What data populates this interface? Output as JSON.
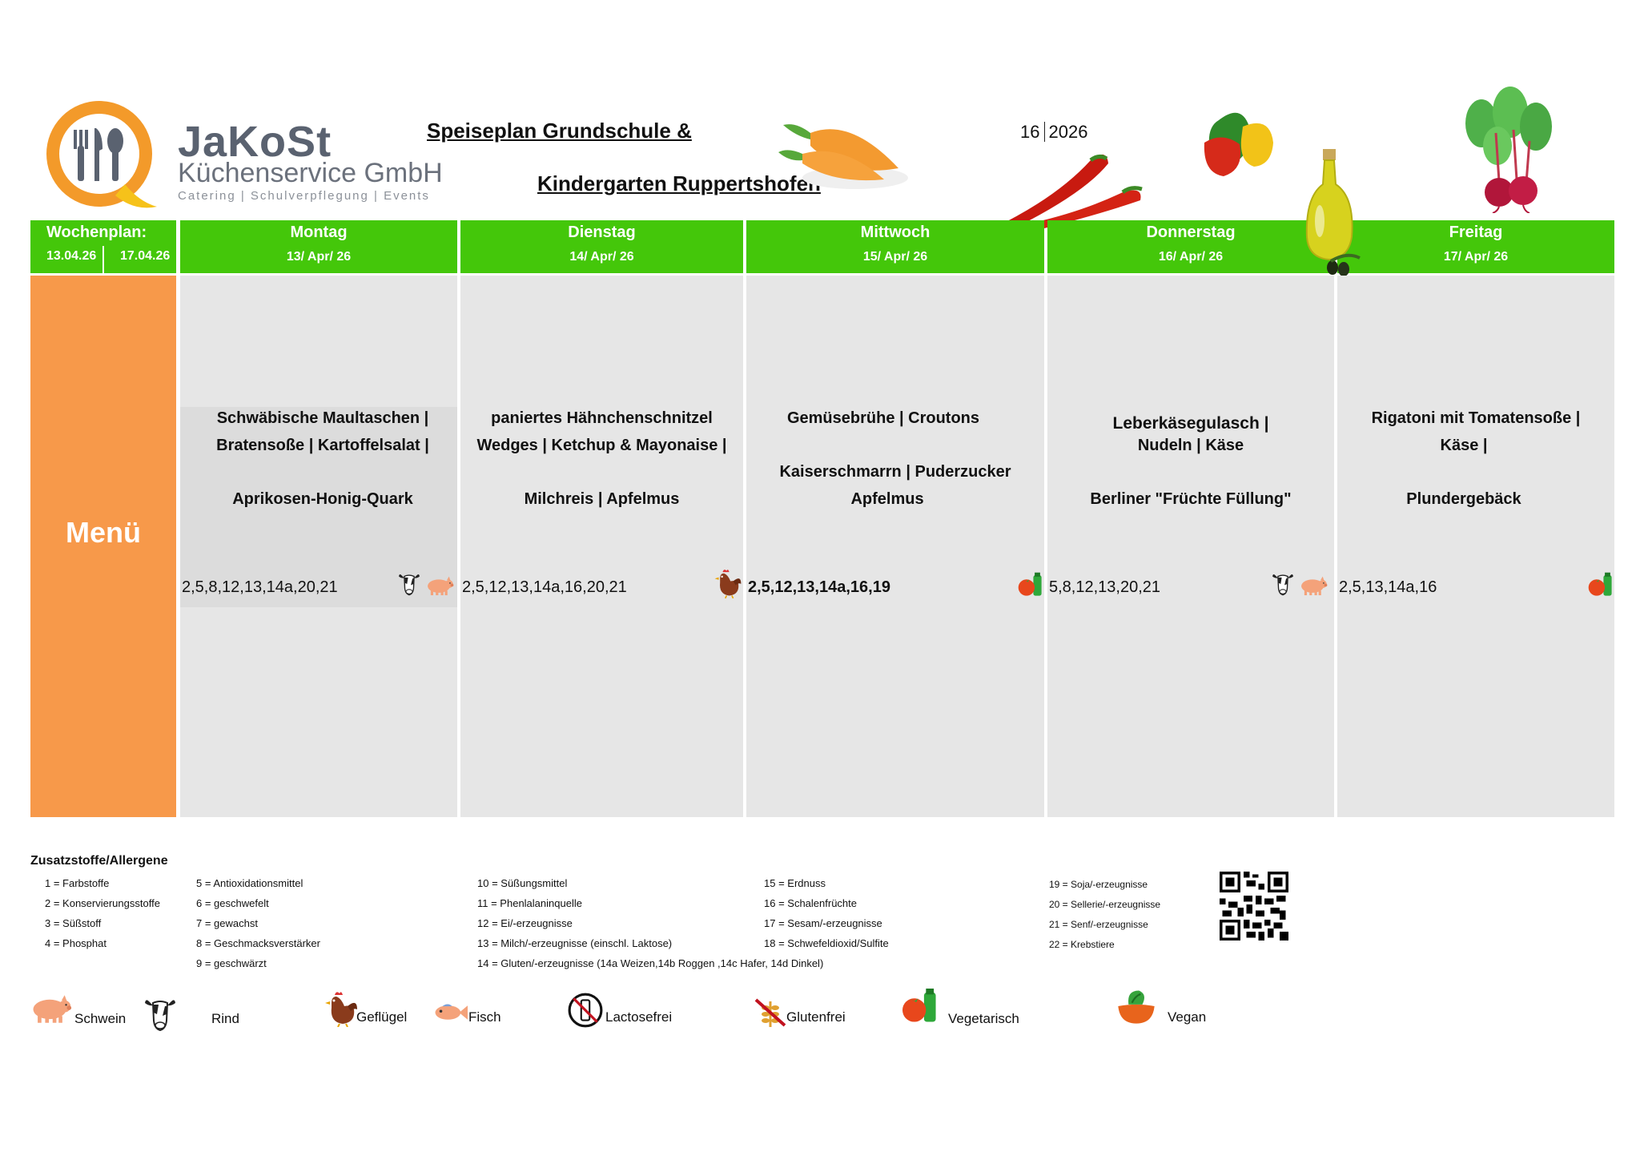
{
  "brand": {
    "name": "JaKoSt",
    "subtitle": "Küchenservice GmbH",
    "tagline": "Catering | Schulverpflegung | Events"
  },
  "title": {
    "line1": "Speiseplan Grundschule & ",
    "line2": "Kindergarten Ruppertshofen"
  },
  "week": {
    "number": "16",
    "year": "2026"
  },
  "weekplan": {
    "label": "Wochenplan:",
    "from": "13.04.26",
    "to": "17.04.26"
  },
  "menu_label": "Menü",
  "days": [
    {
      "name": "Montag",
      "date": "13/ Apr/ 26",
      "dishes": [
        "Schwäbische Maultaschen |",
        "Bratensoße | Kartoffelsalat |",
        "",
        "Aprikosen-Honig-Quark"
      ],
      "allergens": "2,5,8,12,13,14a,20,21",
      "icons": [
        "cow-icon",
        "pig-icon"
      ]
    },
    {
      "name": "Dienstag",
      "date": "14/ Apr/ 26",
      "dishes": [
        "paniertes Hähnchenschnitzel",
        "Wedges  | Ketchup & Mayonaise |",
        "",
        "Milchreis | Apfelmus"
      ],
      "allergens": "2,5,12,13,14a,16,20,21",
      "icons": [
        "chicken-icon"
      ]
    },
    {
      "name": "Mittwoch",
      "date": "15/ Apr/ 26",
      "dishes": [
        "Gemüsebrühe | Croutons",
        "",
        "Kaiserschmarrn  |  Puderzucker",
        "Apfelmus"
      ],
      "allergens": "2,5,12,13,14a,16,19",
      "icons": [
        "vegetarian-icon"
      ]
    },
    {
      "name": "Donnerstag",
      "date": "16/ Apr/ 26",
      "dishes": [
        "Leberkäsegulasch |",
        "Nudeln | Käse",
        "",
        "Berliner \"Früchte Füllung\""
      ],
      "allergens": "5,8,12,13,20,21",
      "icons": [
        "cow-icon",
        "pig-icon"
      ]
    },
    {
      "name": "Freitag",
      "date": "17/ Apr/ 26",
      "dishes": [
        "Rigatoni mit Tomatensoße |",
        "Käse  |",
        "",
        "Plundergebäck"
      ],
      "allergens": "2,5,13,14a,16",
      "icons": [
        "vegetarian-icon"
      ]
    }
  ],
  "legend": {
    "title": "Zusatzstoffe/Allergene",
    "col1": [
      "1 = Farbstoffe",
      "2 = Konservierungsstoffe",
      "3 = Süßstoff",
      "4 = Phosphat"
    ],
    "col2": [
      "5 = Antioxidationsmittel",
      "6 = geschwefelt",
      "7 = gewachst",
      "8 = Geschmacksverstärker",
      "9 = geschwärzt"
    ],
    "col3": [
      "10 = Süßungsmittel",
      "11 = Phenlalaninquelle",
      "12 = Ei/-erzeugnisse",
      "13 = Milch/-erzeugnisse (einschl. Laktose)",
      "14 = Gluten/-erzeugnisse (14a Weizen,14b Roggen ,14c Hafer, 14d Dinkel)"
    ],
    "col4": [
      "15 = Erdnuss",
      "16 = Schalenfrüchte",
      "17 = Sesam/-erzeugnisse",
      "18 = Schwefeldioxid/Sulfite"
    ],
    "col5": [
      "19 = Soja/-erzeugnisse",
      "20 = Sellerie/-erzeugnisse",
      "21 = Senf/-erzeugnisse",
      "22 = Krebstiere"
    ]
  },
  "icon_legend": {
    "schwein": "Schwein",
    "rind": "Rind",
    "gefluegel": "Geflügel",
    "fisch": "Fisch",
    "lactosefrei": "Lactosefrei",
    "glutenfrei": "Glutenfrei",
    "vegetarisch": "Vegetarisch",
    "vegan": "Vegan"
  },
  "colors": {
    "header_green": "#44c70a",
    "menu_orange": "#f7994a",
    "cell_grey": "#e6e6e6",
    "logo_orange": "#f39a2a"
  }
}
